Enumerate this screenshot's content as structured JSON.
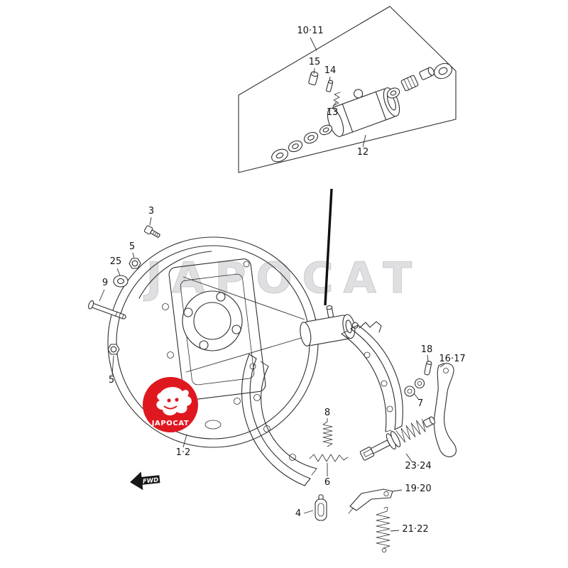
{
  "diagram": {
    "watermark": "JAPOCAT",
    "fwd_arrow": "FWD",
    "logo": {
      "text": "JAPOCAT"
    },
    "colors": {
      "line": "#2e2e2e",
      "logo_red": "#df1820",
      "watermark_gray": "#dfdfe2"
    },
    "callouts": {
      "c10_11": "10·11",
      "c15": "15",
      "c14": "14",
      "c13": "13",
      "c12": "12",
      "c3": "3",
      "c5a": "5",
      "c25": "25",
      "c9": "9",
      "c5b": "5",
      "c1_2": "1·2",
      "c4": "4",
      "c6": "6",
      "c8": "8",
      "c7": "7",
      "c18": "18",
      "c16_17": "16·17",
      "c23_24": "23·24",
      "c19_20": "19·20",
      "c21_22": "21·22"
    }
  }
}
